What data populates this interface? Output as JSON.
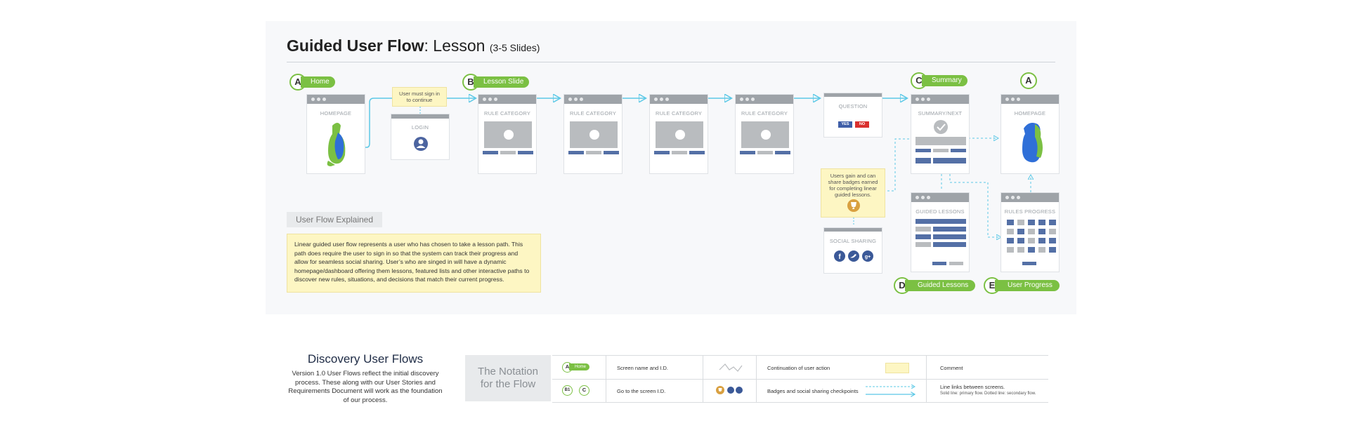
{
  "title": {
    "bold": "Guided User Flow",
    "rest": ": Lesson ",
    "small": "(3-5 Slides)"
  },
  "badges": {
    "home_start": {
      "letter": "A",
      "label": "Home"
    },
    "lesson_slide": {
      "letter": "B",
      "label": "Lesson Slide"
    },
    "summary": {
      "letter": "C",
      "label": "Summary"
    },
    "home_end": {
      "letter": "A"
    },
    "guided_lessons": {
      "letter": "D",
      "label": "Guided Lessons"
    },
    "user_progress": {
      "letter": "E",
      "label": "User Progress"
    }
  },
  "screens": {
    "homepage": "HOMEPAGE",
    "login": "LOGIN",
    "rule_category": "RULE CATEGORY",
    "question": "QUESTION",
    "question_yes": "YES",
    "question_no": "NO",
    "summary_next": "SUMMARY/NEXT",
    "homepage_end": "HOMEPAGE",
    "guided_lessons": "GUIDED LESSONS",
    "rules_progress": "RULES PROGRESS",
    "social_sharing": "SOCIAL SHARING"
  },
  "notes": {
    "sign_in": "User must sign in to continue",
    "badges": "Users gain and can share badges earned for completing linear guided lessons."
  },
  "explained": {
    "heading": "User Flow Explained",
    "body": "Linear guided user flow represents a user who has chosen to take a lesson path. This path does require the user to sign in so that the system can track their progress and allow for seamless social sharing. User’s who are singed in will have a dynamic homepage/dashboard offering them lessons, featured lists and other interactive paths to discover new rules, situations, and decisions that match their current progress."
  },
  "discovery": {
    "title": "Discovery User Flows",
    "body": "Version 1.0 User Flows reflect the initial discovery process. These along with our User Stories and Requirements Document will work as the foundation of our process."
  },
  "legend": {
    "notation_title": "The Notation for the Flow",
    "home_sample_letter": "A",
    "home_sample_label": "Home",
    "goto_b1": "B1",
    "goto_c": "C",
    "screen_name": "Screen name and I.D.",
    "goto_screen": "Go to the screen I.D.",
    "continuation": "Continuation of user action",
    "badges_social": "Badges and social sharing checkpoints",
    "comment": "Comment",
    "line_links": "Line links between screens.",
    "line_links_sub": "Solid line: primary flow. Dotted line: secondary flow."
  },
  "colors": {
    "green": "#7bc043",
    "flow_line": "#5bc8e6",
    "blue": "#5470a6",
    "note": "#fdf6c3",
    "yes": "#3f5fa8",
    "no": "#d9302e"
  },
  "icons": [
    "user-avatar-icon",
    "checkmark-icon",
    "trophy-icon",
    "facebook-icon",
    "twitter-icon",
    "google-plus-icon",
    "mascot-figure-icon",
    "squiggle-icon"
  ]
}
